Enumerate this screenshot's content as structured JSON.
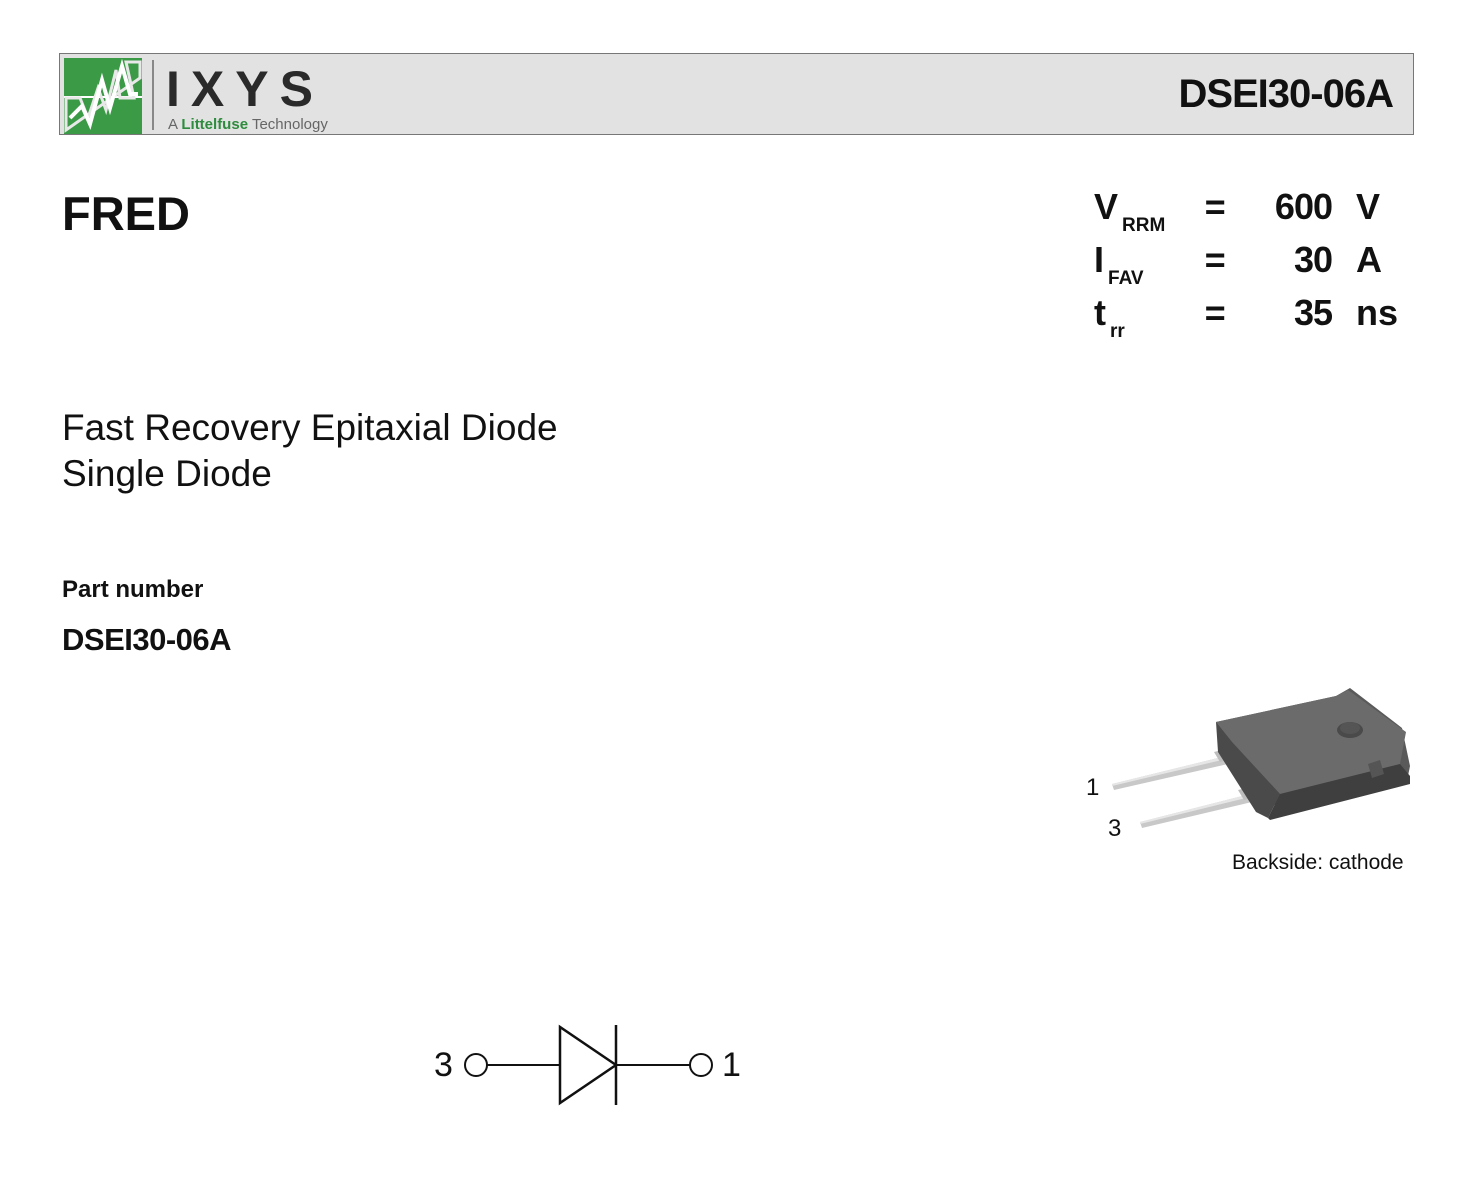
{
  "header": {
    "logo_text": "IXYS",
    "logo_sub_prefix": "A",
    "logo_sub_brand": "Littelfuse",
    "logo_sub_suffix": "Technology",
    "part": "DSEI30-06A",
    "logo_green": "#3a9a45"
  },
  "family": "FRED",
  "specs": [
    {
      "symbol": "V",
      "sub": "RRM",
      "eq": "=",
      "value": "600",
      "unit": "V"
    },
    {
      "symbol": "I",
      "sub": "FAV",
      "eq": "=",
      "value": "30",
      "unit": "A"
    },
    {
      "symbol": "t",
      "sub": "rr",
      "eq": "=",
      "value": "35",
      "unit": "ns"
    }
  ],
  "description": {
    "line1": "Fast Recovery Epitaxial Diode",
    "line2": "Single Diode"
  },
  "part_number": {
    "label": "Part number",
    "value": "DSEI30-06A"
  },
  "package": {
    "pin_a": "1",
    "pin_b": "3",
    "backside": "Backside: cathode"
  },
  "schematic": {
    "left_terminal": "3",
    "right_terminal": "1"
  }
}
